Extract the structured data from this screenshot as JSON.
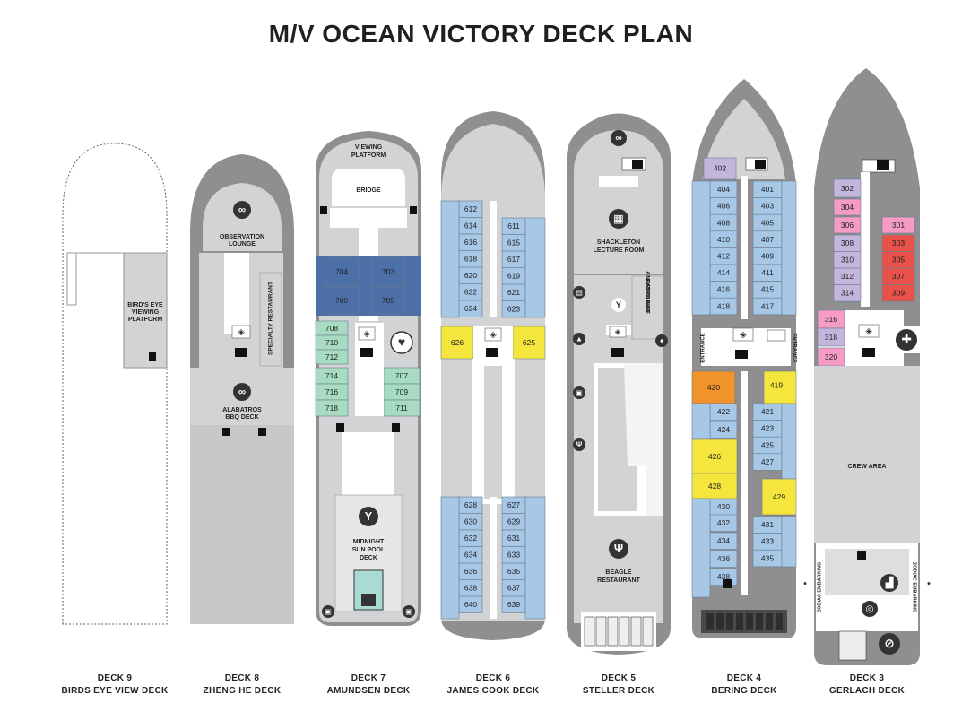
{
  "title": "M/V OCEAN VICTORY DECK PLAN",
  "decks": [
    {
      "id": "deck9",
      "num": "DECK 9",
      "name": "BIRDS EYE VIEW DECK"
    },
    {
      "id": "deck8",
      "num": "DECK 8",
      "name": "ZHENG HE DECK"
    },
    {
      "id": "deck7",
      "num": "DECK 7",
      "name": "AMUNDSEN DECK"
    },
    {
      "id": "deck6",
      "num": "DECK 6",
      "name": "JAMES COOK DECK"
    },
    {
      "id": "deck5",
      "num": "DECK 5",
      "name": "STELLER DECK"
    },
    {
      "id": "deck4",
      "num": "DECK 4",
      "name": "BERING DECK"
    },
    {
      "id": "deck3",
      "num": "DECK 3",
      "name": "GERLACH DECK"
    }
  ],
  "areas": {
    "birds_eye": [
      "BIRD'S EYE",
      "VIEWING",
      "PLATFORM"
    ],
    "observation": [
      "OBSERVATION",
      "LOUNGE"
    ],
    "specialty": "SPECIALTY RESTAURANT",
    "bbq": [
      "ALABATROS",
      "BBQ DECK"
    ],
    "viewing_platform": [
      "VIEWING",
      "PLATFORM"
    ],
    "bridge": "BRIDGE",
    "sun_pool": [
      "MIDNIGHT",
      "SUN POOL",
      "DECK"
    ],
    "lecture": [
      "SHACKLETON",
      "LECTURE ROOM"
    ],
    "nordic": [
      "ALBATROS",
      "NORDIC BAR",
      "LOUNGE"
    ],
    "restaurant": [
      "BEAGLE",
      "RESTAURANT"
    ],
    "entrance": "ENTRANCE",
    "crew": "CREW AREA",
    "zodiac": "ZODIAC EMBARKING"
  },
  "cabins": {
    "deck7": [
      {
        "n": "704",
        "c": "#4d6fa8"
      },
      {
        "n": "703",
        "c": "#4d6fa8"
      },
      {
        "n": "706",
        "c": "#4d6fa8"
      },
      {
        "n": "705",
        "c": "#4d6fa8"
      },
      {
        "n": "708",
        "c": "#a8dcc2"
      },
      {
        "n": "710",
        "c": "#a8dcc2"
      },
      {
        "n": "712",
        "c": "#a8dcc2"
      },
      {
        "n": "714",
        "c": "#a8dcc2"
      },
      {
        "n": "716",
        "c": "#a8dcc2"
      },
      {
        "n": "718",
        "c": "#a8dcc2"
      },
      {
        "n": "707",
        "c": "#a8dcc2"
      },
      {
        "n": "709",
        "c": "#a8dcc2"
      },
      {
        "n": "711",
        "c": "#a8dcc2"
      }
    ],
    "deck6_port": [
      "612",
      "614",
      "616",
      "618",
      "620",
      "622",
      "624"
    ],
    "deck6_stbd": [
      "611",
      "615",
      "617",
      "619",
      "621",
      "623"
    ],
    "deck6_yellow": [
      "626",
      "625"
    ],
    "deck6_aft_port": [
      "628",
      "630",
      "632",
      "634",
      "636",
      "638",
      "640"
    ],
    "deck6_aft_stbd": [
      "627",
      "629",
      "631",
      "633",
      "635",
      "637",
      "639"
    ],
    "deck4_port": [
      "402",
      "404",
      "406",
      "408",
      "410",
      "412",
      "414",
      "416",
      "418"
    ],
    "deck4_stbd": [
      "401",
      "403",
      "405",
      "407",
      "409",
      "411",
      "415",
      "417"
    ],
    "deck4_special": [
      {
        "n": "420",
        "c": "#f2922a"
      },
      {
        "n": "419",
        "c": "#f4e63c"
      },
      {
        "n": "426",
        "c": "#f4e63c"
      },
      {
        "n": "428",
        "c": "#f4e63c"
      },
      {
        "n": "429",
        "c": "#f4e63c"
      }
    ],
    "deck4_aft_port": [
      "422",
      "424",
      "430",
      "432",
      "434",
      "436",
      "438"
    ],
    "deck4_aft_stbd": [
      "421",
      "423",
      "425",
      "427",
      "431",
      "433",
      "435"
    ],
    "deck3_purple": [
      "302",
      "308",
      "310",
      "312",
      "314",
      "318"
    ],
    "deck3_pink": [
      "304",
      "306",
      "301",
      "316",
      "320"
    ],
    "deck3_red": [
      "303",
      "305",
      "307",
      "309"
    ]
  },
  "colors": {
    "hull": "#8f8f91",
    "hull_dark": "#6d6d6f",
    "deck": "#d2d3d4",
    "floor": "#c7c8c9",
    "white": "#ffffff",
    "cabin_blue": "#a7c7e7",
    "dark_blue": "#4d6fa8",
    "mint": "#a8dcc2",
    "yellow": "#f4e63c",
    "orange": "#f2922a",
    "purple": "#c4b5dd",
    "pink": "#f59bc5",
    "red": "#e8524a",
    "pool": "#a9dbd4"
  }
}
